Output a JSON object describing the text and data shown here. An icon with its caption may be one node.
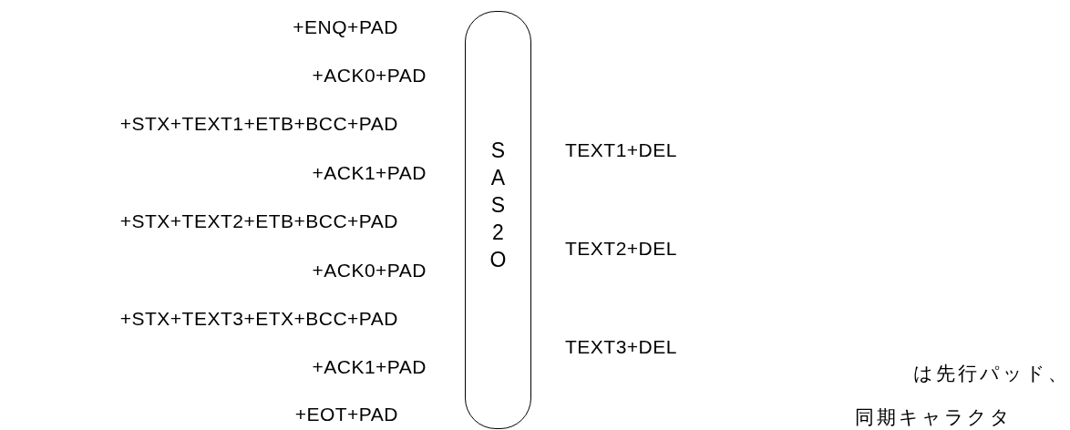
{
  "diagram": {
    "nodes": [
      {
        "text": [
          "SAS2O"
        ]
      }
    ],
    "edges": [],
    "labels": [
      "+ENQ+PAD",
      "+ACK0+PAD",
      "+STX+TEXT1+ETB+BCC+PAD",
      "TEXT1+DEL",
      "+ACK1+PAD",
      "+STX+TEXT2+ETB+BCC+PAD",
      "TEXT2+DEL",
      "+ACK0+PAD",
      "+STX+TEXT3+ETX+BCC+PAD",
      "TEXT3+DEL",
      "+ACK1+PAD",
      "は先行パッド、",
      "+EOT+PAD",
      "同期キャラクタ"
    ]
  }
}
